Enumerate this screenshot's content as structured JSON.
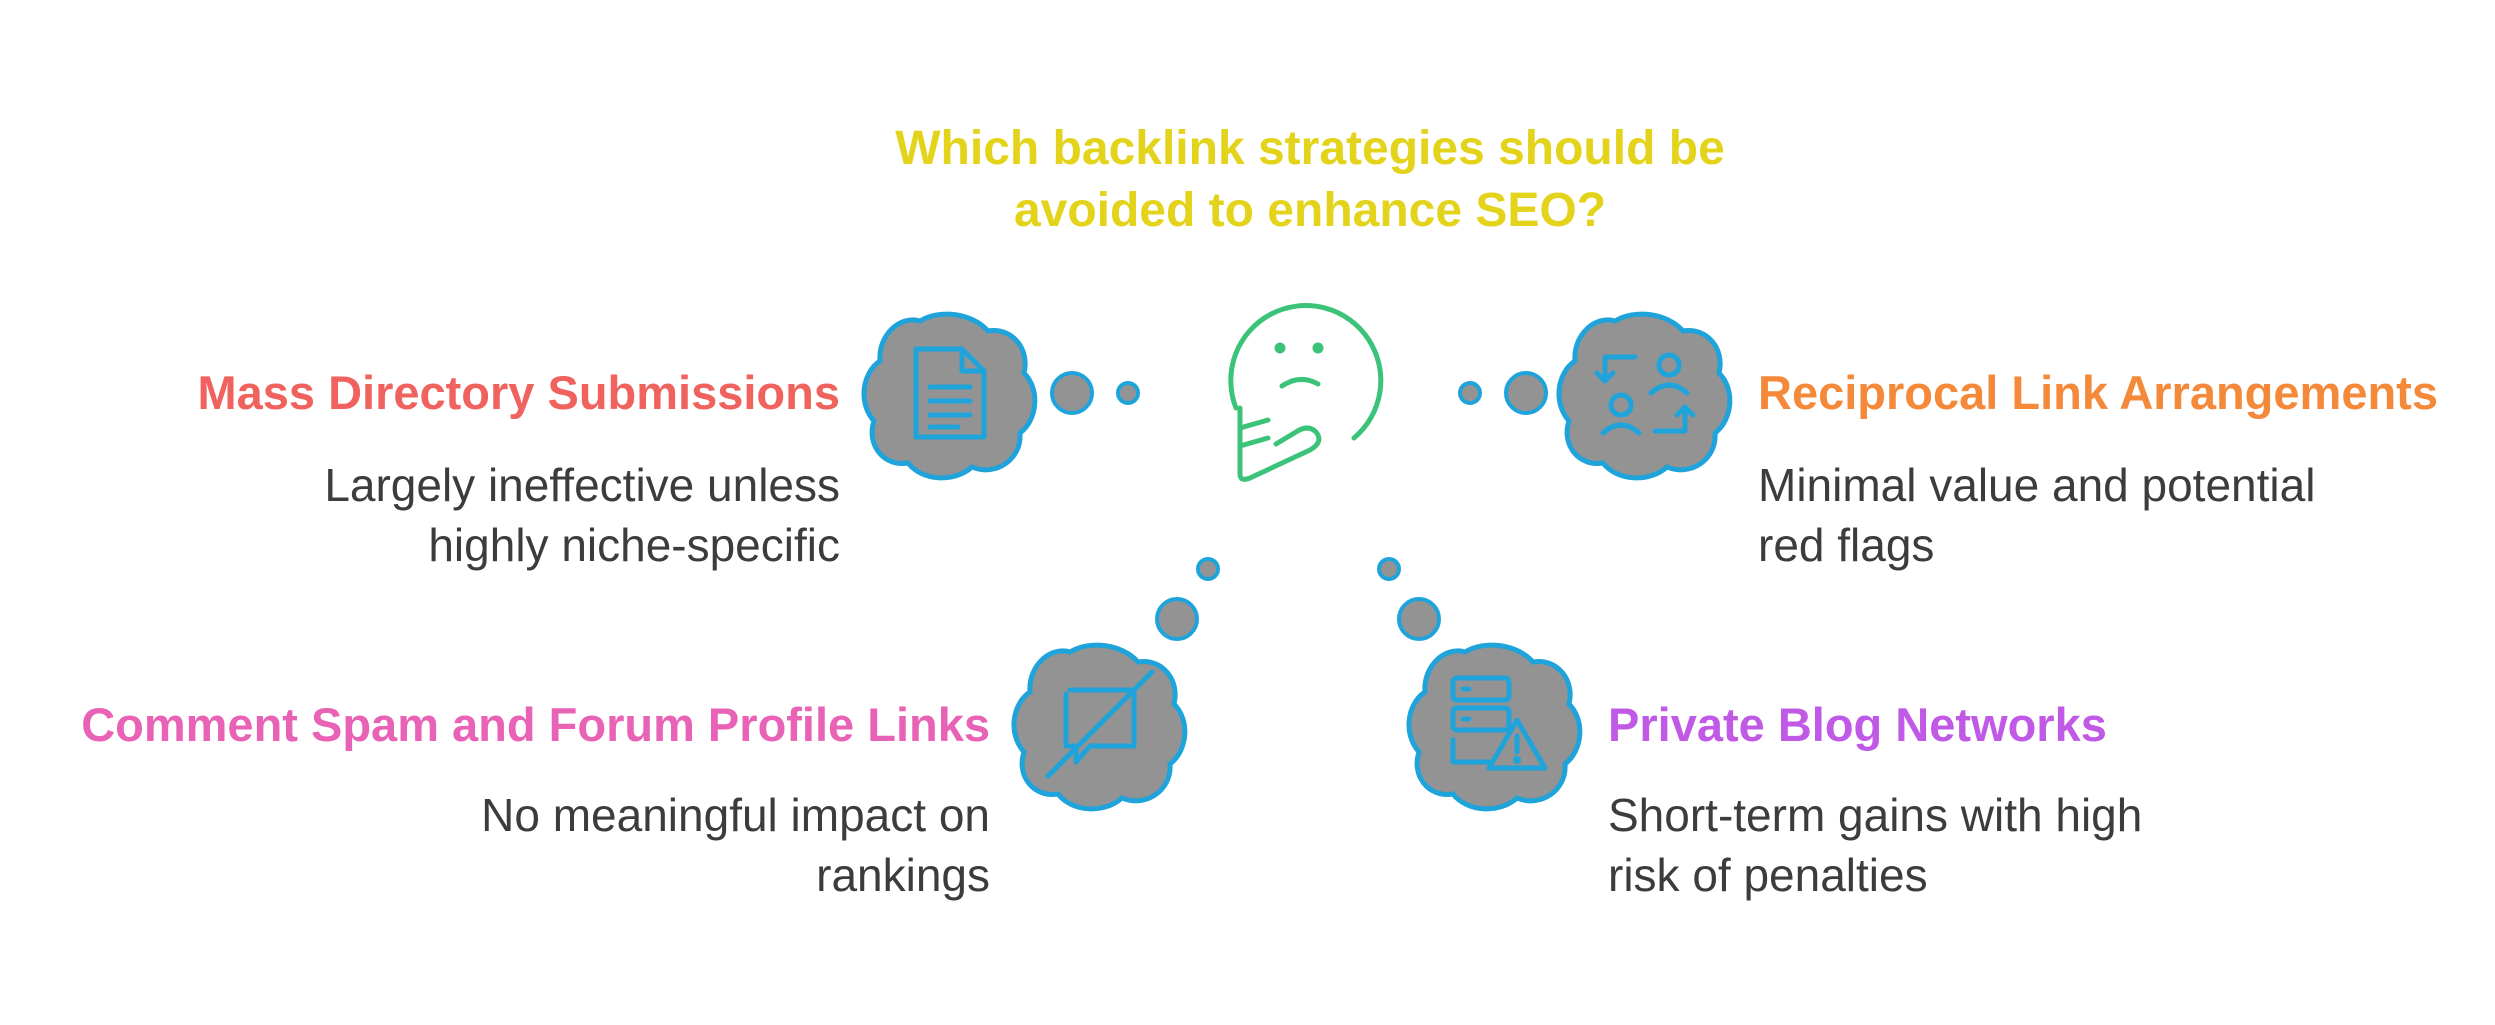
{
  "title": {
    "line1": "Which backlink strategies should be",
    "line2": "avoided to enhance SEO?",
    "color": "#e3d31a"
  },
  "center_icon": "thinking-face-icon",
  "strategies": [
    {
      "key": "mass",
      "heading": "Mass Directory Submissions",
      "desc_line1": "Largely ineffective unless",
      "desc_line2": "highly niche-specific",
      "color": "#f0625e",
      "icon": "document-icon"
    },
    {
      "key": "recip",
      "heading": "Reciprocal Link Arrangements",
      "desc_line1": "Minimal value and potential",
      "desc_line2": "red flags",
      "color": "#f4893a",
      "icon": "user-exchange-icon"
    },
    {
      "key": "comment",
      "heading": "Comment Spam and Forum Profile Links",
      "desc_line1": "No meaningful impact on",
      "desc_line2": "rankings",
      "color": "#e862b6",
      "icon": "comment-off-icon"
    },
    {
      "key": "pbn",
      "heading": "Private Blog Networks",
      "desc_line1": "Short-term gains with high",
      "desc_line2": "risk of penalties",
      "color": "#c05ae6",
      "icon": "server-warning-icon"
    }
  ],
  "colors": {
    "bubble_fill": "#939393",
    "bubble_stroke": "#1fa3db",
    "icon_stroke": "#1fa3db",
    "face_stroke": "#3cc37a",
    "desc_text": "#3c3c3c"
  }
}
